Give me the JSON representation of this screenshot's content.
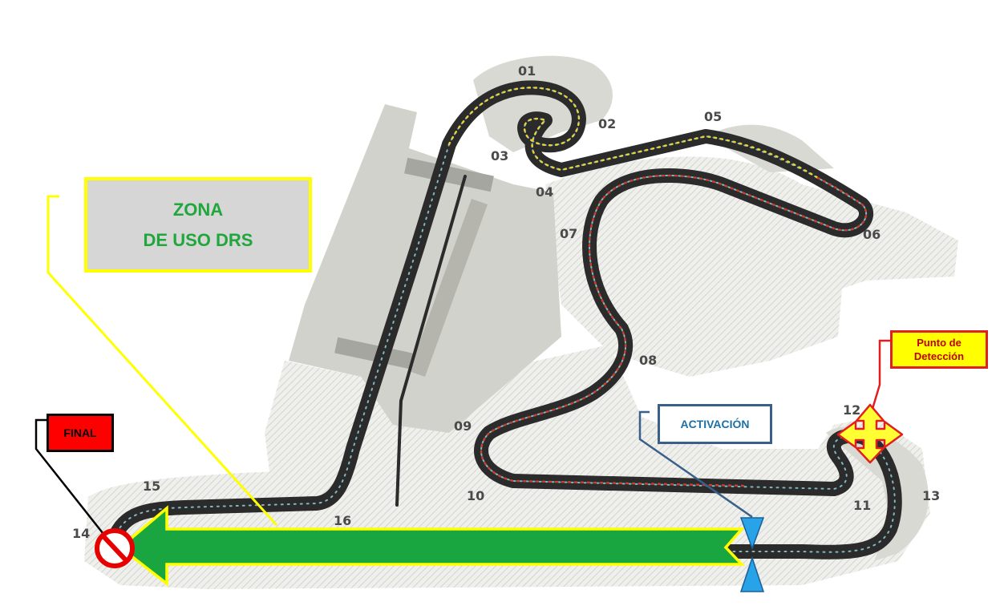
{
  "labels": {
    "drs_zone_line1": "ZONA",
    "drs_zone_line2": "DE USO DRS",
    "final": "FINAL",
    "activation": "ACTIVACIÓN",
    "detection_line1": "Punto de",
    "detection_line2": "Detección"
  },
  "turns": [
    "01",
    "02",
    "03",
    "04",
    "05",
    "06",
    "07",
    "08",
    "09",
    "10",
    "11",
    "12",
    "13",
    "14",
    "15",
    "16"
  ],
  "colors": {
    "drs_arrow": "#19a640",
    "arrow_outline": "#ffff00",
    "drs_zone_text": "#1fa73c",
    "final_box": "#ff0000",
    "activation_marker": "#29a3e8",
    "detection_marker": "#ffff33",
    "track": "#2b2b2b",
    "runoff": "#d8d8d2"
  },
  "icons": [
    "no-entry-icon",
    "hourglass-activation-icon",
    "four-way-arrow-icon",
    "drs-arrow-icon"
  ]
}
